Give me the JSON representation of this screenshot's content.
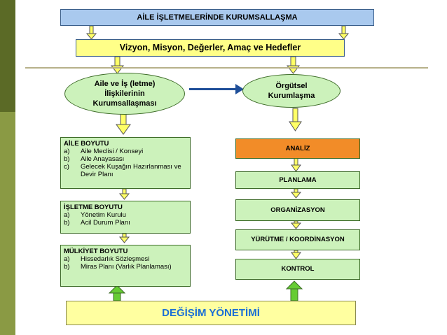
{
  "title": "AİLE İŞLETMELERİNDE KURUMSALLAŞMA",
  "vision": "Vizyon, Misyon, Değerler, Amaç ve Hedefler",
  "left_ellipse": "Aile ve İş (letme)\nİlişkilerinin\nKurumsallaşması",
  "right_ellipse": "Örgütsel\nKurumlaşma",
  "family": {
    "heading": "AİLE BOYUTU",
    "items": [
      {
        "marker": "a)",
        "text": "Aile Meclisi / Konseyi"
      },
      {
        "marker": "b)",
        "text": "Aile Anayasası"
      },
      {
        "marker": "c)",
        "text": "Gelecek Kuşağın Hazırlanması ve Devir Planı"
      }
    ]
  },
  "business": {
    "heading": "İŞLETME BOYUTU",
    "items": [
      {
        "marker": "a)",
        "text": "Yönetim Kurulu"
      },
      {
        "marker": "b)",
        "text": "Acil Durum Planı"
      }
    ]
  },
  "ownership": {
    "heading": "MÜLKİYET BOYUTU",
    "items": [
      {
        "marker": "a)",
        "text": "Hissedarlık Sözleşmesi"
      },
      {
        "marker": "b)",
        "text": "Miras Planı (Varlık Planlaması)"
      }
    ]
  },
  "steps": {
    "analysis": "ANALİZ",
    "planning": "PLANLAMA",
    "organization": "ORGANİZASYON",
    "execution": "YÜRÜTME / KOORDİNASYON",
    "control": "KONTROL"
  },
  "bottom": "DEĞİŞİM YÖNETİMİ",
  "colors": {
    "title_fill": "#a9c9ee",
    "vision_fill": "#ffff88",
    "box_fill": "#ccf2bb",
    "analysis_fill": "#f28c28",
    "bottom_text": "#1a6fd6",
    "arrow_fill": "#ffff66",
    "up_arrow_fill": "#66cc33"
  }
}
